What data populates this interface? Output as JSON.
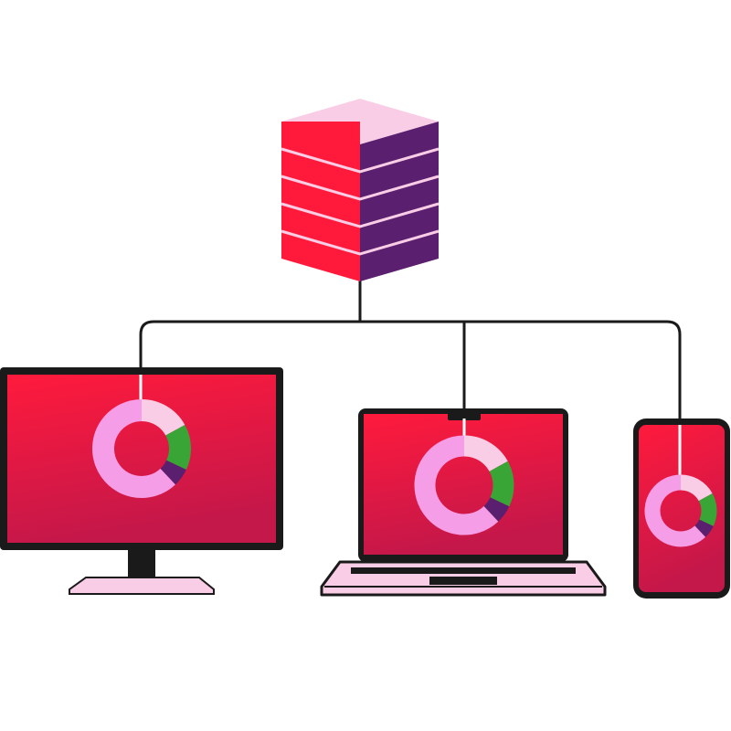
{
  "colors": {
    "background": "#ffffff",
    "outline": "#1a1a1a",
    "red": "#ff1a3c",
    "red_dark": "#c4174a",
    "purple": "#5a1f6e",
    "pink_light": "#f9cde5",
    "pink": "#f59de6",
    "green": "#3aa537",
    "white": "#ffffff"
  },
  "icons": {
    "server": "database-server-icon",
    "monitor": "desktop-monitor-icon",
    "laptop": "laptop-icon",
    "phone": "smartphone-icon",
    "chart": "donut-chart-icon"
  },
  "devices": [
    {
      "name": "desktop-monitor",
      "chart_segments": [
        {
          "color": "pink_light",
          "fraction": 0.17
        },
        {
          "color": "green",
          "fraction": 0.15
        },
        {
          "color": "purple",
          "fraction": 0.06
        },
        {
          "color": "pink",
          "fraction": 0.62
        }
      ]
    },
    {
      "name": "laptop",
      "chart_segments": [
        {
          "color": "pink_light",
          "fraction": 0.17
        },
        {
          "color": "green",
          "fraction": 0.15
        },
        {
          "color": "purple",
          "fraction": 0.06
        },
        {
          "color": "pink",
          "fraction": 0.62
        }
      ]
    },
    {
      "name": "smartphone",
      "chart_segments": [
        {
          "color": "pink_light",
          "fraction": 0.17
        },
        {
          "color": "green",
          "fraction": 0.15
        },
        {
          "color": "purple",
          "fraction": 0.06
        },
        {
          "color": "pink",
          "fraction": 0.62
        }
      ]
    }
  ]
}
